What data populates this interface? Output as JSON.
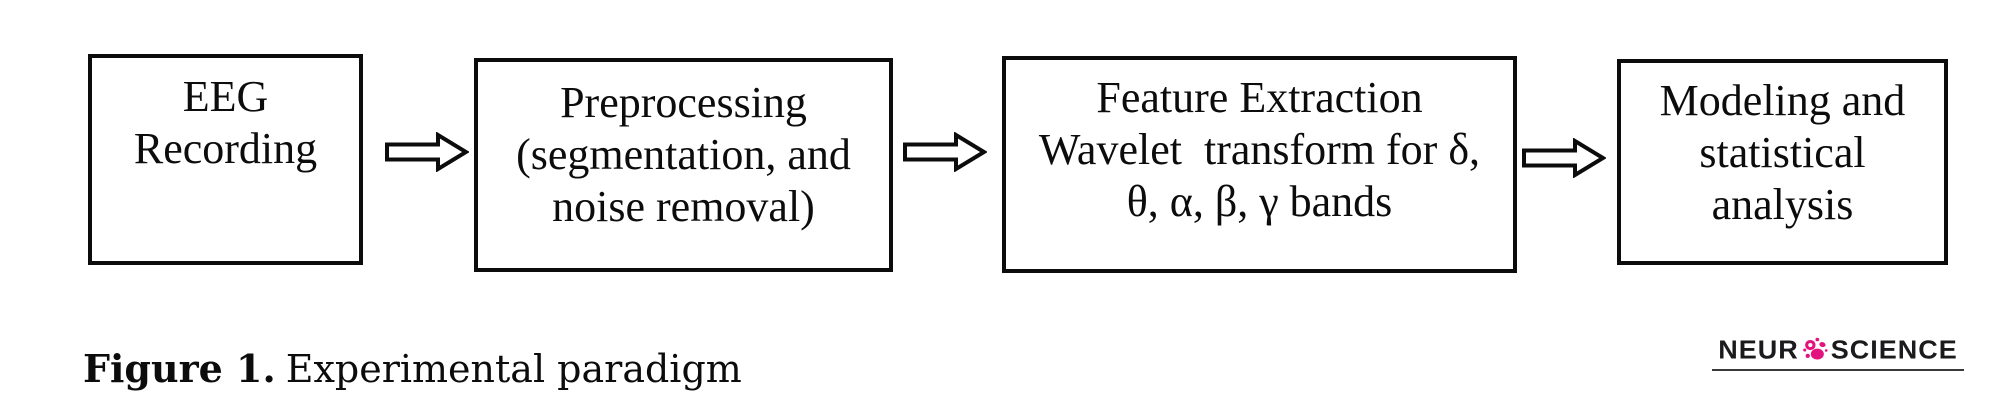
{
  "figure": {
    "boxes": [
      {
        "name": "eeg-recording",
        "lines": [
          "EEG",
          "Recording"
        ]
      },
      {
        "name": "preprocessing",
        "lines": [
          "Preprocessing",
          "(segmentation, and",
          "noise removal)"
        ]
      },
      {
        "name": "feature-extraction",
        "lines": [
          "Feature Extraction",
          "Wavelet  transform for δ,",
          "θ, α, β, γ bands"
        ]
      },
      {
        "name": "modeling",
        "lines": [
          "Modeling and",
          "statistical",
          "analysis"
        ]
      }
    ],
    "arrow_icon": "right-block-arrow",
    "box_border_color": "#0c0c0c",
    "text_color": "#0c0c0c"
  },
  "caption": {
    "label": "Figure 1.",
    "text": "Experimental paradigm"
  },
  "logo": {
    "prefix": "NEUR",
    "suffix": "SCIENCE",
    "icon": "brain-dots-icon",
    "accent_color": "#E2137D",
    "text_color": "#1b1b1d"
  }
}
